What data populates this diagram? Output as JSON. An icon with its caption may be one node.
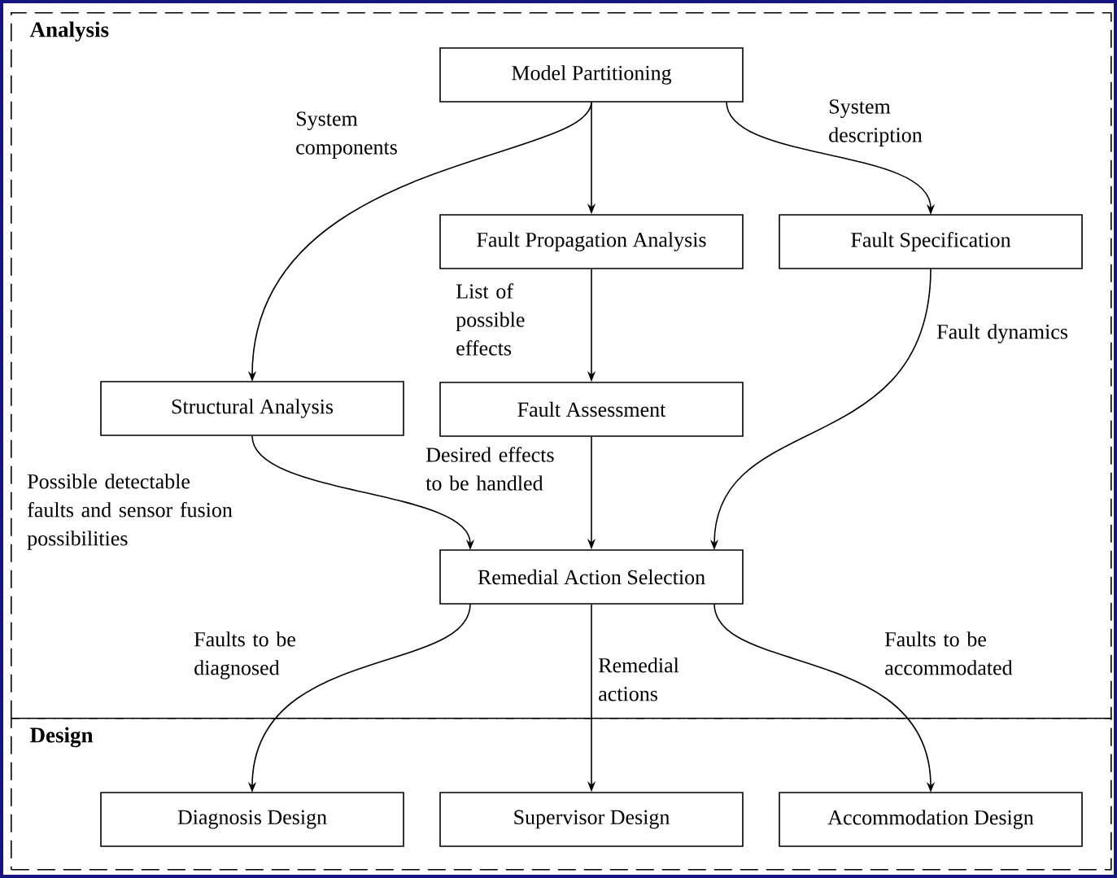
{
  "diagram": {
    "nodes": [
      {
        "text": [
          "Analysis"
        ]
      },
      {
        "text": [
          "Model Partitioning"
        ],
        "in": 0
      },
      {
        "text": [
          "Fault Propagation Analysis"
        ],
        "in": 0
      },
      {
        "text": [
          "Fault Specification"
        ],
        "in": 0
      },
      {
        "text": [
          "Structural Analysis"
        ],
        "in": 0
      },
      {
        "text": [
          "Fault Assessment"
        ],
        "in": 0
      },
      {
        "text": [
          "Remedial Action Selection"
        ],
        "in": 0
      },
      {
        "text": [
          "Design"
        ]
      },
      {
        "text": [
          "Diagnosis Design"
        ],
        "in": 7
      },
      {
        "text": [
          "Supervisor Design"
        ],
        "in": 7
      },
      {
        "text": [
          "Accommodation Design"
        ],
        "in": 7
      }
    ],
    "edges": [
      {
        "from": 1,
        "to": 4,
        "arrow": "to",
        "label": "System components"
      },
      {
        "from": 1,
        "to": 2,
        "arrow": "to"
      },
      {
        "from": 1,
        "to": 3,
        "arrow": "to",
        "label": "System description"
      },
      {
        "from": 2,
        "to": 5,
        "arrow": "to",
        "label": "List of possible effects"
      },
      {
        "from": 3,
        "to": 6,
        "arrow": "to",
        "label": "Fault dynamics"
      },
      {
        "from": 4,
        "to": 6,
        "arrow": "to",
        "label": "Possible detectable faults and sensor fusion possibilities"
      },
      {
        "from": 5,
        "to": 6,
        "arrow": "to",
        "label": "Desired effects to be handled"
      },
      {
        "from": 6,
        "to": 8,
        "arrow": "to",
        "label": "Faults to be diagnosed"
      },
      {
        "from": 6,
        "to": 9,
        "arrow": "to",
        "label": "Remedial actions"
      },
      {
        "from": 6,
        "to": 10,
        "arrow": "to",
        "label": "Faults to be accommodated"
      }
    ]
  }
}
